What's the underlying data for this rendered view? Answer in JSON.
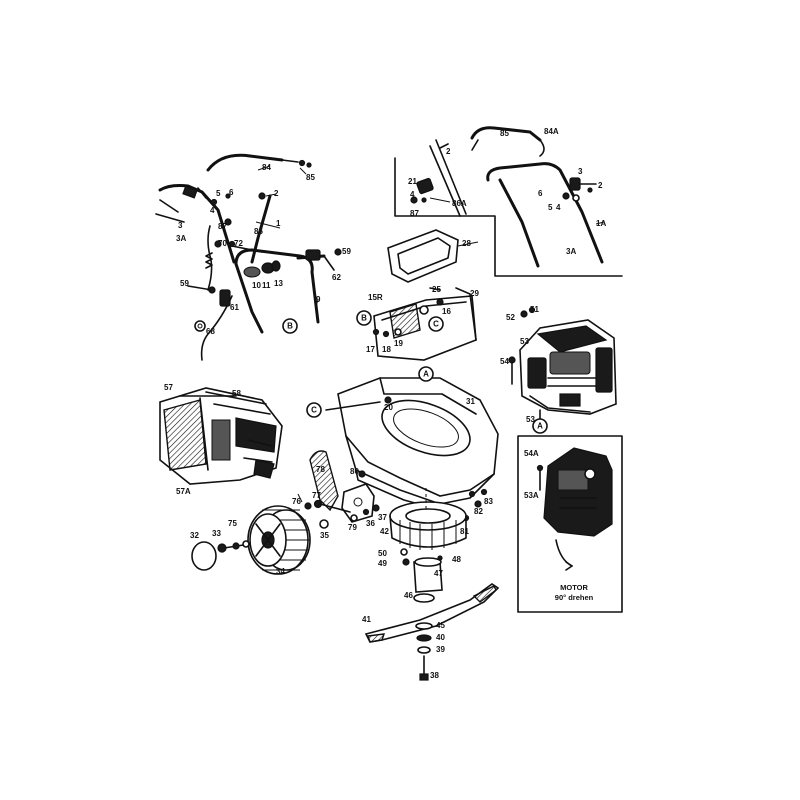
{
  "part_labels": [
    "84",
    "85",
    "2",
    "5",
    "6",
    "3",
    "4",
    "87",
    "3A",
    "86",
    "1",
    "70",
    "72",
    "59",
    "10",
    "11",
    "13",
    "62",
    "9",
    "61",
    "68",
    "84A",
    "21",
    "4",
    "87",
    "86A",
    "28",
    "6",
    "5",
    "4",
    "3",
    "2",
    "1A",
    "3A",
    "25",
    "15R",
    "16",
    "29",
    "17",
    "18",
    "19",
    "51",
    "52",
    "53",
    "54",
    "53",
    "57",
    "58",
    "31",
    "20",
    "57A",
    "78",
    "80",
    "83",
    "76",
    "77",
    "79",
    "36",
    "37",
    "82",
    "81",
    "32",
    "33",
    "75",
    "35",
    "42",
    "48",
    "50",
    "49",
    "34",
    "47",
    "46",
    "41",
    "45",
    "40",
    "39",
    "38",
    "54A",
    "53A"
  ],
  "callouts": {
    "B": "B",
    "C": "C",
    "A": "A"
  },
  "annotation": {
    "line1": "MOTOR",
    "line2": "90° drehen"
  },
  "colors": {
    "ink": "#111111",
    "paper": "#ffffff"
  }
}
